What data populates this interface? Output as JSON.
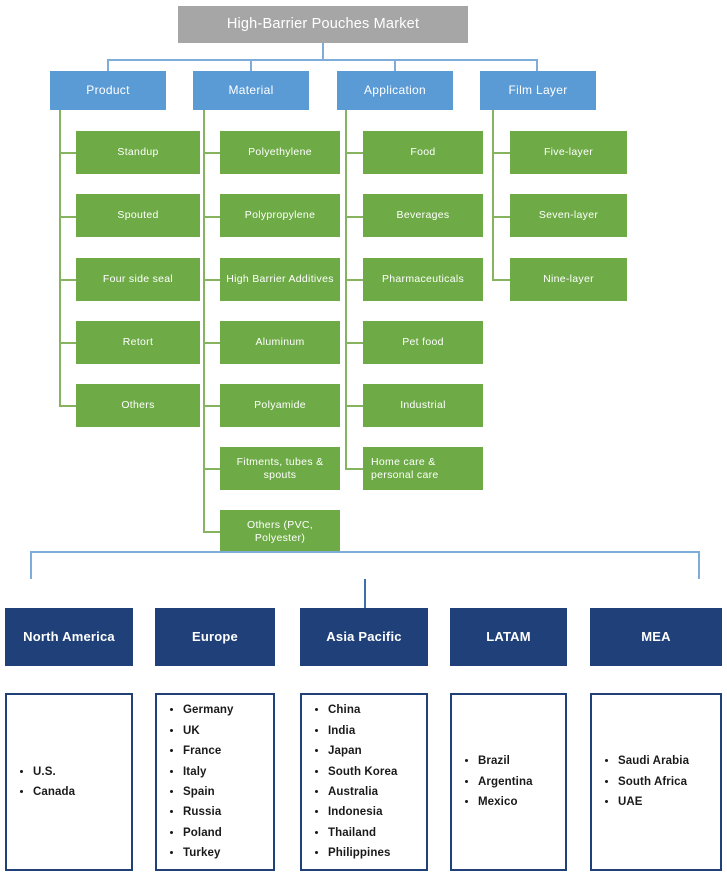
{
  "title": "High-Barrier Pouches Market",
  "colors": {
    "root": "#a6a6a6",
    "category": "#5b9bd5",
    "leaf": "#6eab46",
    "region_header": "#1f4078",
    "connector_blue": "#7fadd9",
    "connector_green": "#86b35f",
    "background": "#ffffff"
  },
  "segments": [
    {
      "label": "Product",
      "items": [
        "Standup",
        "Spouted",
        "Four side seal",
        "Retort",
        "Others"
      ]
    },
    {
      "label": "Material",
      "items": [
        "Polyethylene",
        "Polypropylene",
        "High Barrier Additives",
        "Aluminum",
        "Polyamide",
        "Fitments, tubes & spouts",
        "Others (PVC, Polyester)"
      ]
    },
    {
      "label": "Application",
      "items": [
        "Food",
        "Beverages",
        "Pharmaceuticals",
        "Pet food",
        "Industrial",
        "Home care & personal care"
      ]
    },
    {
      "label": "Film Layer",
      "items": [
        "Five-layer",
        "Seven-layer",
        "Nine-layer"
      ]
    }
  ],
  "regions": [
    {
      "label": "North America",
      "countries": [
        "U.S.",
        "Canada"
      ]
    },
    {
      "label": "Europe",
      "countries": [
        "Germany",
        "UK",
        "France",
        "Italy",
        "Spain",
        "Russia",
        "Poland",
        "Turkey"
      ]
    },
    {
      "label": "Asia Pacific",
      "countries": [
        "China",
        "India",
        "Japan",
        "South Korea",
        "Australia",
        "Indonesia",
        "Thailand",
        "Philippines"
      ]
    },
    {
      "label": "LATAM",
      "countries": [
        "Brazil",
        "Argentina",
        "Mexico"
      ]
    },
    {
      "label": "MEA",
      "countries": [
        "Saudi Arabia",
        "South Africa",
        "UAE"
      ]
    }
  ]
}
